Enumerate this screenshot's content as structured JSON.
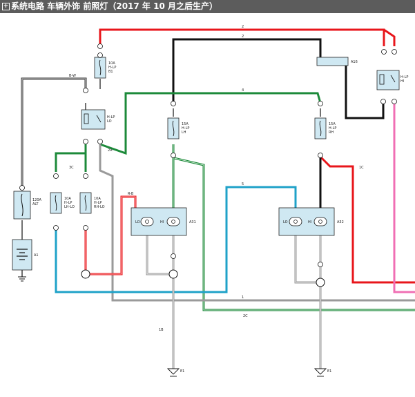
{
  "header": {
    "expander": "+",
    "title": "系统电路   车辆外饰   前照灯（2017 年 10 月之后生产）"
  },
  "colors": {
    "red": "#e8161b",
    "black": "#111111",
    "green": "#1c8a3a",
    "blue": "#1fa2c8",
    "gray": "#9a9a9a",
    "pink": "#f06fb4",
    "component_fill": "#cfe8f2"
  },
  "fuses": {
    "top": {
      "rating": "10A",
      "name": "H-LP",
      "pin": "B1"
    },
    "left1": {
      "rating": "10A",
      "name": "H-LP",
      "sub": "LH-LO"
    },
    "left2": {
      "rating": "10A",
      "name": "H-LP",
      "sub": "RH-LO"
    },
    "mid": {
      "rating": "15A",
      "name": "H-LP",
      "sub": "LH"
    },
    "right": {
      "rating": "15A",
      "name": "H-LP",
      "sub": "RH"
    },
    "battery_fuse": {
      "rating": "120A",
      "name": "ALT"
    }
  },
  "relays": {
    "left": {
      "name": "H-LP",
      "sub": "LO"
    },
    "right": {
      "name": "H-LP",
      "sub": "HI"
    }
  },
  "lamps": {
    "left": {
      "lo": "LO",
      "hi": "HI",
      "code": "A31"
    },
    "right": {
      "lo": "LO",
      "hi": "HI",
      "code": "A32"
    }
  },
  "wire_labels": {
    "red_top": "2",
    "black_top": "2",
    "green_h": "4",
    "blue_h": "5",
    "gray_h": "1",
    "black_left": "B-W",
    "red_left": "R-B",
    "code_a": "2A",
    "code_b": "1C",
    "code_c": "2C",
    "code_d": "3C",
    "code_e": "1B"
  },
  "connector_codes": {
    "relay_box": "A16",
    "battery": "A1",
    "ground": "E1"
  }
}
